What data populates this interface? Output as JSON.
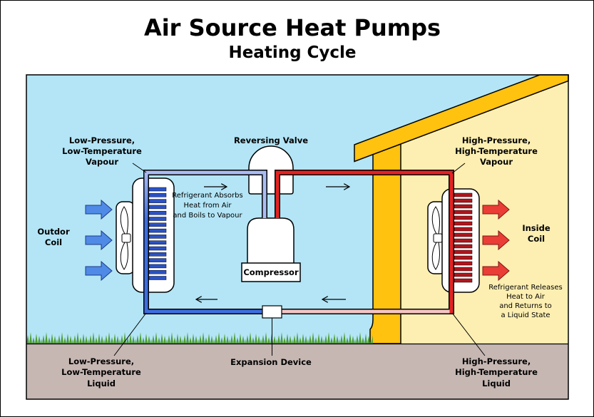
{
  "title": "Air Source Heat Pumps",
  "subtitle": "Heating Cycle",
  "labels": {
    "low_pressure_vapour": [
      "Low-Pressure,",
      "Low-Temperature",
      "Vapour"
    ],
    "reversing_valve": "Reversing Valve",
    "high_pressure_vapour": [
      "High-Pressure,",
      "High-Temperature",
      "Vapour"
    ],
    "outdoor_coil": [
      "Outdor",
      "Coil"
    ],
    "inside_coil": [
      "Inside",
      "Coil"
    ],
    "absorbs_note": [
      "Refrigerant Absorbs",
      "Heat from Air",
      "and Boils to Vapour"
    ],
    "compressor": "Compressor",
    "releases_note": [
      "Refrigerant Releases",
      "Heat to Air",
      "and Returns to",
      "a Liquid State"
    ],
    "low_pressure_liquid": [
      "Low-Pressure,",
      "Low-Temperature",
      "Liquid"
    ],
    "expansion_device": "Expansion Device",
    "high_pressure_liquid": [
      "High-Pressure,",
      "High-Temperature",
      "Liquid"
    ]
  },
  "colors": {
    "sky": "#b3e5f6",
    "ground": "#c6b7b3",
    "grass": "#4f9c38",
    "house": "#ffc20f",
    "house_interior": "#fdefb2",
    "cold_vapour_pipe": "#a9bcf2",
    "cold_liquid_pipe": "#3d6de0",
    "hot_vapour_pipe": "#e32222",
    "warm_liquid_pipe": "#f4c3c3",
    "cold_fin": "#2a52c9",
    "hot_fin": "#b3141b",
    "cold_air_arrow": "#4f8ae6",
    "warm_air_arrow": "#ea3d35"
  }
}
